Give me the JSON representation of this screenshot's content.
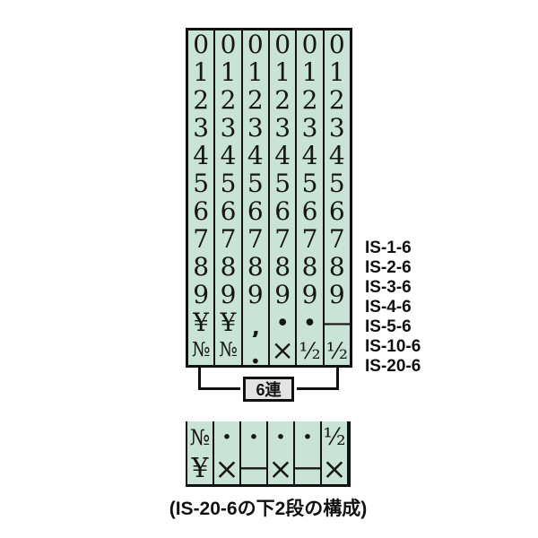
{
  "colors": {
    "page_bg": "#ffffff",
    "band_bg": "#c9e4d6",
    "line": "#111111",
    "label_box_bg": "#e3e3e3",
    "text": "#111111"
  },
  "main_block": {
    "columns": [
      {
        "cells": [
          "0",
          "1",
          "2",
          "3",
          "4",
          "5",
          "6",
          "7",
          "8",
          "9",
          "¥",
          "№"
        ]
      },
      {
        "cells": [
          "0",
          "1",
          "2",
          "3",
          "4",
          "5",
          "6",
          "7",
          "8",
          "9",
          "¥",
          "№"
        ]
      },
      {
        "cells": [
          "0",
          "1",
          "2",
          "3",
          "4",
          "5",
          "6",
          "7",
          "8",
          "9",
          ",",
          "."
        ]
      },
      {
        "cells": [
          "0",
          "1",
          "2",
          "3",
          "4",
          "5",
          "6",
          "7",
          "8",
          "9",
          "·",
          "×"
        ]
      },
      {
        "cells": [
          "0",
          "1",
          "2",
          "3",
          "4",
          "5",
          "6",
          "7",
          "8",
          "9",
          "·",
          "½"
        ]
      },
      {
        "cells": [
          "0",
          "1",
          "2",
          "3",
          "4",
          "5",
          "6",
          "7",
          "8",
          "9",
          "—",
          "½"
        ]
      }
    ]
  },
  "connector": {
    "label": "6連"
  },
  "model_labels": [
    "IS-1-6",
    "IS-2-6",
    "IS-3-6",
    "IS-4-6",
    "IS-5-6",
    "IS-10-6",
    "IS-20-6"
  ],
  "bottom_block": {
    "rows": [
      [
        "№",
        "·",
        "·",
        "·",
        "·",
        "½"
      ],
      [
        "¥",
        "×",
        "—",
        "×",
        "—",
        "×"
      ]
    ]
  },
  "caption": "(IS-20-6の下2段の構成)"
}
